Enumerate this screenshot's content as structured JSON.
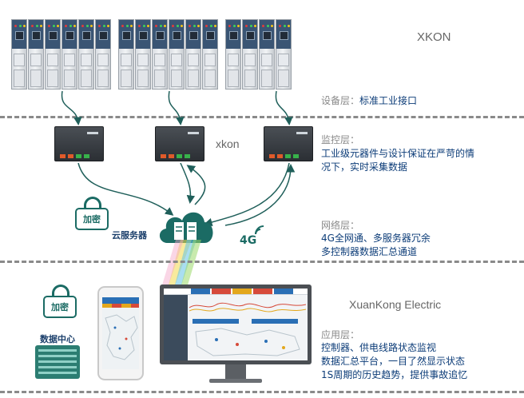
{
  "brand": {
    "top_right": "XKON",
    "controller_label": "xkon",
    "middle_right": "XuanKong Electric"
  },
  "layers": {
    "device": {
      "title": "设备层：",
      "text": "标准工业接口"
    },
    "monitor": {
      "title": "监控层：",
      "lines": [
        "工业级元器件与设计保证在严苛的情",
        "况下，实时采集数据"
      ]
    },
    "network": {
      "title": "网络层：",
      "lines": [
        "4G全网通、多服务器冗余",
        "多控制器数据汇总通道"
      ]
    },
    "app": {
      "title": "应用层：",
      "lines": [
        "控制器、供电线路状态监视",
        "数据汇总平台，一目了然显示状态",
        "1S周期的历史趋势，提供事故追忆"
      ]
    }
  },
  "cloud": {
    "label": "云服务器",
    "badge": "4G"
  },
  "locks": {
    "top": "加密",
    "bottom": "加密"
  },
  "datacenter": {
    "label": "数据中心"
  },
  "colors": {
    "accent_teal": "#1b6b64",
    "text_blue": "#0c3c78",
    "divider": "#8a8a8a",
    "arrow": "#1f5f5a"
  },
  "icons": [
    "switchgear-cabinet",
    "controller-device",
    "lock-icon",
    "cloud-server-icon",
    "signal-icon",
    "server-rack-icon",
    "phone-device",
    "monitor-device"
  ]
}
